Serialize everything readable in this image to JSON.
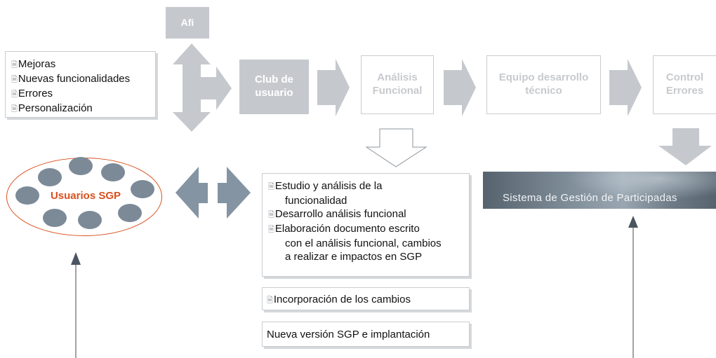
{
  "afi": {
    "label": "Afi"
  },
  "inputs": {
    "items": [
      "Mejoras",
      "Nuevas funcionalidades",
      "Errores",
      "Personalización"
    ]
  },
  "club": {
    "label": "Club de\nusuario"
  },
  "analisis": {
    "label": "Análisis\nFuncional"
  },
  "equipo": {
    "label": "Equipo desarrollo\ntécnico"
  },
  "control": {
    "label": "Control\nErrores"
  },
  "usuarios": {
    "label": "Usuarios SGP"
  },
  "detail": {
    "items": [
      {
        "first": "Estudio y análisis de la",
        "cont": [
          "funcionalidad"
        ]
      },
      {
        "first": "Desarrollo análisis funcional",
        "cont": []
      },
      {
        "first": "Elaboración documento escrito",
        "cont": [
          "con el análisis funcional, cambios",
          "a realizar e impactos en SGP"
        ]
      }
    ]
  },
  "cambios": {
    "label": "Incorporación de los cambios"
  },
  "version": {
    "label": "Nueva versión SGP e implantación"
  },
  "sgp_banner": {
    "label": "Sistema de Gestión de Participadas"
  },
  "colors": {
    "arrow": "#c5c9ce",
    "dark_arrow": "#8494a3",
    "accent": "#d94f1e",
    "banner": "#5f6d79"
  }
}
